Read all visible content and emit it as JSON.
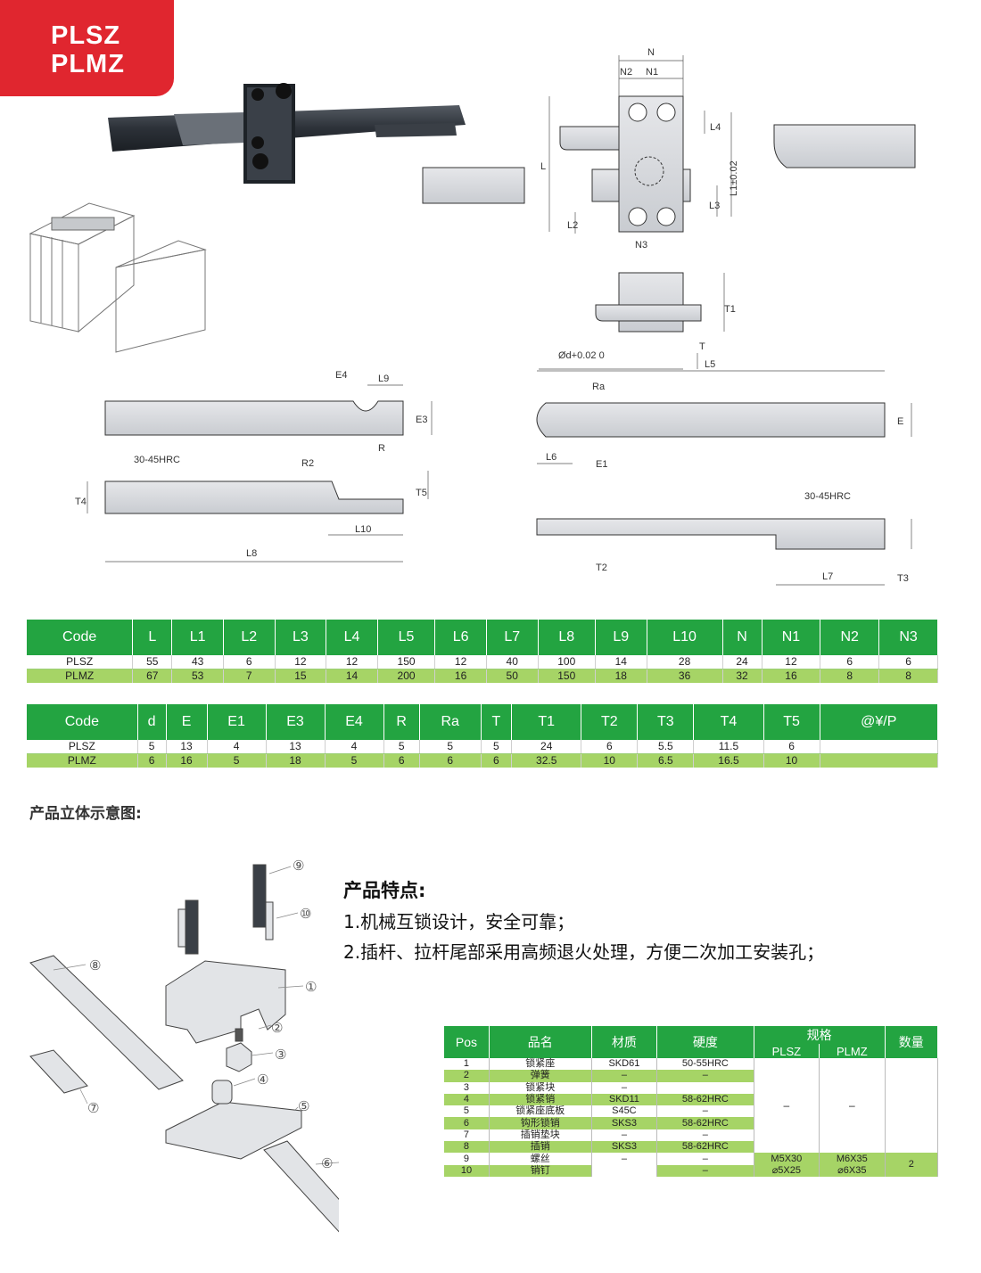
{
  "badge": {
    "line1": "PLSZ",
    "line2": "PLMZ"
  },
  "drawing_labels": {
    "N": "N",
    "N2": "N2",
    "N1": "N1",
    "L": "L",
    "L4": "L4",
    "L1tol": "L1±0.02",
    "L3": "L3",
    "L2": "L2",
    "N3": "N3",
    "T1": "T1",
    "T": "T",
    "L5": "L5",
    "d": "Ød+0.02 0",
    "E4": "E4",
    "L9": "L9",
    "E3": "E3",
    "R": "R",
    "hrc_a": "30-45HRC",
    "R2": "R2",
    "T4": "T4",
    "T5": "T5",
    "L10": "L10",
    "L8": "L8",
    "Ra": "Ra",
    "E": "E",
    "L6": "L6",
    "E1": "E1",
    "hrc_b": "30-45HRC",
    "T2": "T2",
    "L7": "L7",
    "T3": "T3"
  },
  "table1": {
    "headers": [
      "Code",
      "L",
      "L1",
      "L2",
      "L3",
      "L4",
      "L5",
      "L6",
      "L7",
      "L8",
      "L9",
      "L10",
      "N",
      "N1",
      "N2",
      "N3"
    ],
    "rows": [
      [
        "PLSZ",
        "55",
        "43",
        "6",
        "12",
        "12",
        "150",
        "12",
        "40",
        "100",
        "14",
        "28",
        "24",
        "12",
        "6",
        "6"
      ],
      [
        "PLMZ",
        "67",
        "53",
        "7",
        "15",
        "14",
        "200",
        "16",
        "50",
        "150",
        "18",
        "36",
        "32",
        "16",
        "8",
        "8"
      ]
    ]
  },
  "table2": {
    "headers": [
      "Code",
      "d",
      "E",
      "E1",
      "E3",
      "E4",
      "R",
      "Ra",
      "T",
      "T1",
      "T2",
      "T3",
      "T4",
      "T5",
      "@¥/P"
    ],
    "rows": [
      [
        "PLSZ",
        "5",
        "13",
        "4",
        "13",
        "4",
        "5",
        "5",
        "5",
        "24",
        "6",
        "5.5",
        "11.5",
        "6",
        ""
      ],
      [
        "PLMZ",
        "6",
        "16",
        "5",
        "18",
        "5",
        "6",
        "6",
        "6",
        "32.5",
        "10",
        "6.5",
        "16.5",
        "10",
        ""
      ]
    ]
  },
  "section_title": "产品立体示意图:",
  "explode_labels": [
    "⑨",
    "⑩",
    "⑧",
    "①",
    "②",
    "③",
    "④",
    "⑤",
    "⑦",
    "⑥"
  ],
  "features": {
    "title": "产品特点:",
    "item1": "1.机械互锁设计，安全可靠；",
    "item2": "2.插杆、拉杆尾部采用高频退火处理，方便二次加工安装孔；"
  },
  "parts_table": {
    "h_pos": "Pos",
    "h_name": "品名",
    "h_mat": "材质",
    "h_hard": "硬度",
    "h_spec": "规格",
    "h_plsz": "PLSZ",
    "h_plmz": "PLMZ",
    "h_qty": "数量",
    "rows": [
      [
        "1",
        "锁紧座",
        "SKD61",
        "50-55HRC"
      ],
      [
        "2",
        "弹簧",
        "–",
        "–"
      ],
      [
        "3",
        "锁紧块",
        "–",
        ""
      ],
      [
        "4",
        "锁紧销",
        "SKD11",
        "58-62HRC"
      ],
      [
        "5",
        "锁紧座底板",
        "S45C",
        "–"
      ],
      [
        "6",
        "钩形锁销",
        "SKS3",
        "58-62HRC"
      ],
      [
        "7",
        "插销垫块",
        "–",
        "–"
      ],
      [
        "8",
        "插销",
        "SKS3",
        "58-62HRC"
      ],
      [
        "9",
        "螺丝",
        "–",
        "–"
      ],
      [
        "10",
        "销钉",
        "",
        "–"
      ]
    ],
    "merged_plsz": "–",
    "merged_plmz": "–",
    "r9_plsz": "M5X30",
    "r10_plsz": "⌀5X25",
    "r9_plmz": "M6X35",
    "r10_plmz": "⌀6X35",
    "qty_9_10": "2"
  }
}
